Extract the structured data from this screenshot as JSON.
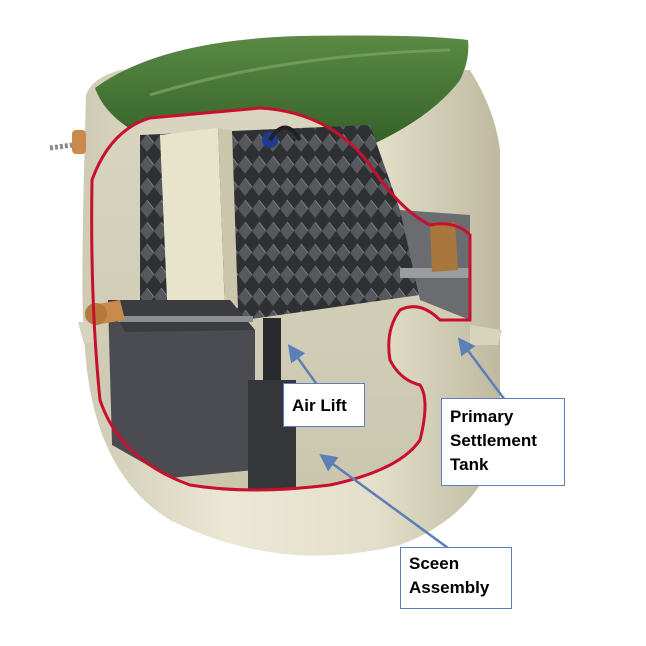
{
  "labels": {
    "air_lift": [
      "Air Lift"
    ],
    "primary_settlement": [
      "Primary",
      "Settlement",
      "Tank"
    ],
    "screen_assembly": [
      "Sceen",
      "Assembly"
    ]
  },
  "colors": {
    "lid_green": "#3f6e2f",
    "tank_cream": "#e6e2cf",
    "cutaway_red": "#c8102e",
    "media_dark": "#3b3d40",
    "chamber_grey": "#505257",
    "fitting_brass": "#c98a4b",
    "callout_arrow": "#5b7fb6"
  }
}
